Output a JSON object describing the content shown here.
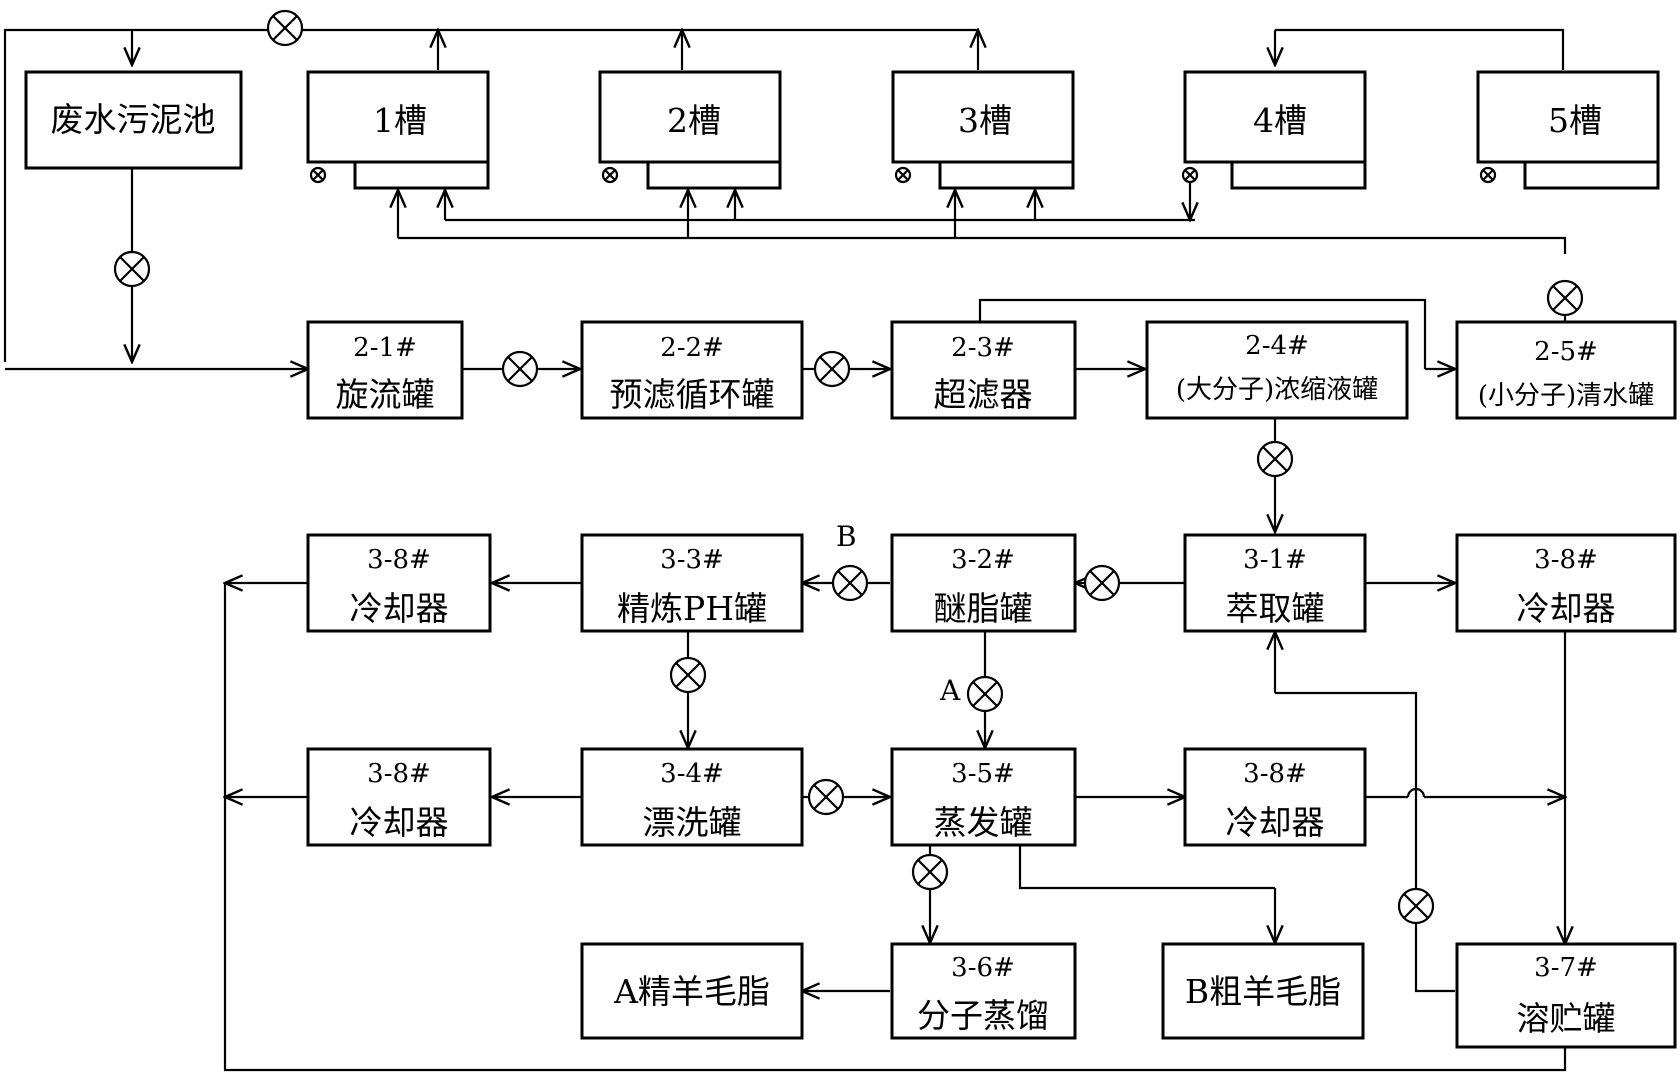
{
  "top_row": {
    "sludge_pool": "废水污泥池",
    "tank1": "1槽",
    "tank2": "2槽",
    "tank3": "3槽",
    "tank4": "4槽",
    "tank5": "5槽"
  },
  "row2": {
    "b21": {
      "code": "2-1#",
      "name": "旋流罐"
    },
    "b22": {
      "code": "2-2#",
      "name": "预滤循环罐"
    },
    "b23": {
      "code": "2-3#",
      "name": "超滤器"
    },
    "b24": {
      "code": "2-4#",
      "name": "(大分子)浓缩液罐"
    },
    "b25": {
      "code": "2-5#",
      "name": "(小分子)清水罐"
    }
  },
  "row3": {
    "b38a": {
      "code": "3-8#",
      "name": "冷却器"
    },
    "b33": {
      "code": "3-3#",
      "name": "精炼PH罐"
    },
    "b32": {
      "code": "3-2#",
      "name": "醚脂罐"
    },
    "b31": {
      "code": "3-1#",
      "name": "萃取罐"
    },
    "b38b": {
      "code": "3-8#",
      "name": "冷却器"
    }
  },
  "row4": {
    "b38c": {
      "code": "3-8#",
      "name": "冷却器"
    },
    "b34": {
      "code": "3-4#",
      "name": "漂洗罐"
    },
    "b35": {
      "code": "3-5#",
      "name": "蒸发罐"
    },
    "b38d": {
      "code": "3-8#",
      "name": "冷却器"
    }
  },
  "row5": {
    "product_a": "A精羊毛脂",
    "b36": {
      "code": "3-6#",
      "name": "分子蒸馏"
    },
    "product_b": "B粗羊毛脂",
    "b37": {
      "code": "3-7#",
      "name": "溶贮罐"
    }
  },
  "tags": {
    "tag_a": "A",
    "tag_b": "B"
  }
}
